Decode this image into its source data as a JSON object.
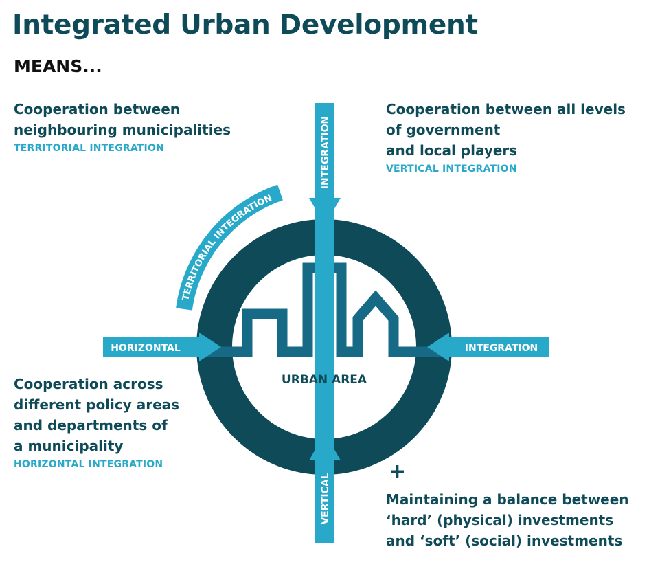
{
  "title": "Integrated Urban Development",
  "subtitle": "MEANS...",
  "blocks": {
    "territorial": {
      "lines": [
        "Cooperation between",
        "neighbouring municipalities"
      ],
      "tag": "TERRITORIAL INTEGRATION"
    },
    "vertical": {
      "lines": [
        "Cooperation between all levels",
        "of government",
        "and local players"
      ],
      "tag": "VERTICAL INTEGRATION"
    },
    "horizontal": {
      "lines": [
        "Cooperation across",
        "different policy areas",
        "and departments of",
        "a municipality"
      ],
      "tag": "HORIZONTAL INTEGRATION"
    },
    "balance": {
      "plus": "+",
      "lines": [
        "Maintaining a balance between",
        "‘hard’ (physical) investments",
        "and ‘soft’ (social) investments"
      ]
    }
  },
  "diagram": {
    "center_label": "URBAN AREA",
    "arrow_top_label": "INTEGRATION",
    "arrow_bottom_label": "VERTICAL",
    "arrow_left_label": "HORIZONTAL",
    "arrow_right_label": "INTEGRATION",
    "arc_label": "TERRITORIAL INTEGRATION"
  },
  "colors": {
    "dark_teal": "#0e4a57",
    "light_blue": "#29a9c9",
    "skyline": "#176a86"
  }
}
